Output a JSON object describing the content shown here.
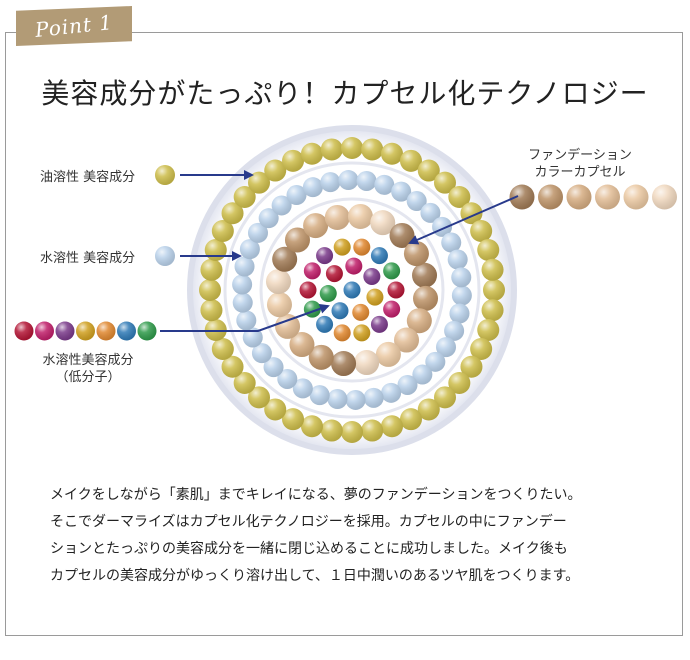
{
  "badge": {
    "text": "Point 1"
  },
  "headline": "美容成分がたっぷり！カプセル化テクノロジー",
  "labels": {
    "oil": "油溶性 美容成分",
    "water": "水溶性 美容成分",
    "low_line1": "水溶性美容成分",
    "low_line2": "（低分子）",
    "foundation_line1": "ファンデーション",
    "foundation_line2": "カラーカプセル"
  },
  "colors": {
    "oil": "#cdbd4a",
    "water": "#b9d1ea",
    "foundation": [
      "#a07a55",
      "#bd9368",
      "#d6ad82",
      "#e2bd96",
      "#ebc9a3",
      "#f0d8bf"
    ],
    "low_molecular": [
      "#b31535",
      "#c01f6a",
      "#7a3a8a",
      "#d0a020",
      "#e08830",
      "#2f7ab6",
      "#2f9a4a"
    ],
    "arrow": "#283a8c",
    "halo": "#e9ebf4"
  },
  "description": [
    "メイクをしながら「素肌」までキレイになる、夢のファンデーションをつくりたい。",
    "そこでダーマライズはカプセル化テクノロジーを採用。カプセルの中にファンデー",
    "ションとたっぷりの美容成分を一緒に閉じ込めることに成功しました。メイク後も",
    "カプセルの美容成分がゆっくり溶け出して、１日中潤いのあるツヤ肌をつくります。"
  ]
}
